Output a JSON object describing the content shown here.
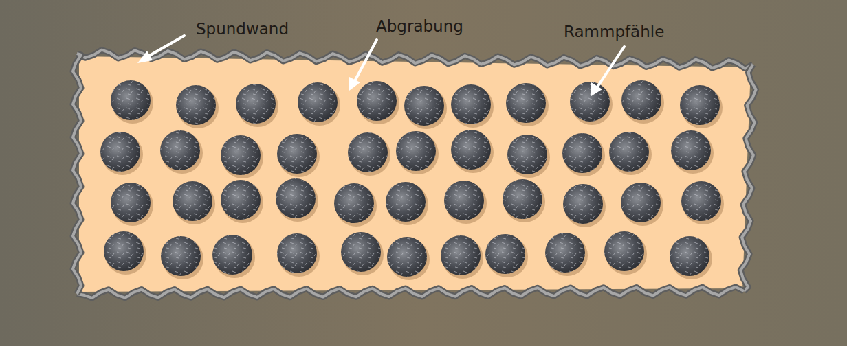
{
  "diagram": {
    "labels": [
      "Spundwand",
      "Abgrabung",
      "Rammpfähle"
    ]
  }
}
